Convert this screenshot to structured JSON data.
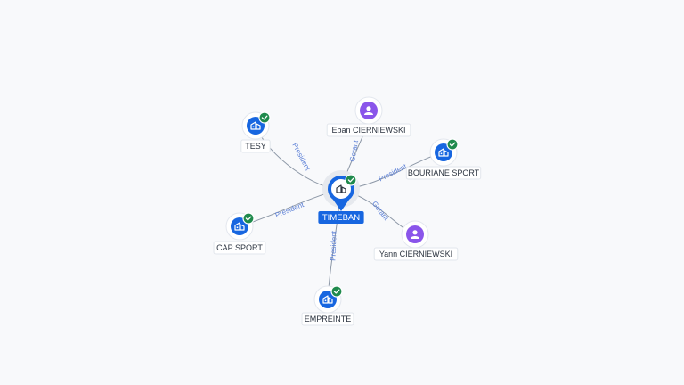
{
  "graph": {
    "center": {
      "id": "timeban",
      "label": "TIMEBAN",
      "type": "company",
      "verified": true
    },
    "nodes": [
      {
        "id": "tesy",
        "label": "TESY",
        "type": "company",
        "verified": true
      },
      {
        "id": "eban",
        "label": "Eban CIERNIEWSKI",
        "type": "person",
        "verified": false
      },
      {
        "id": "bouriane",
        "label": "BOURIANE SPORT",
        "type": "company",
        "verified": true
      },
      {
        "id": "yann",
        "label": "Yann CIERNIEWSKI",
        "type": "person",
        "verified": false
      },
      {
        "id": "capsport",
        "label": "CAP SPORT",
        "type": "company",
        "verified": true
      },
      {
        "id": "empreinte",
        "label": "EMPREINTE",
        "type": "company",
        "verified": true
      }
    ],
    "edges": [
      {
        "from": "timeban",
        "to": "tesy",
        "label": "President"
      },
      {
        "from": "eban",
        "to": "timeban",
        "label": "Gerant"
      },
      {
        "from": "timeban",
        "to": "bouriane",
        "label": "President"
      },
      {
        "from": "yann",
        "to": "timeban",
        "label": "Gerant"
      },
      {
        "from": "timeban",
        "to": "capsport",
        "label": "President"
      },
      {
        "from": "timeban",
        "to": "empreinte",
        "label": "President"
      }
    ]
  },
  "colors": {
    "company": "#1766e0",
    "person": "#8a55ea",
    "verified": "#1f8a4c",
    "edge_label": "#5b7fd6"
  },
  "icons": {
    "company": "building-icon",
    "person": "person-icon",
    "verified": "check-icon"
  }
}
